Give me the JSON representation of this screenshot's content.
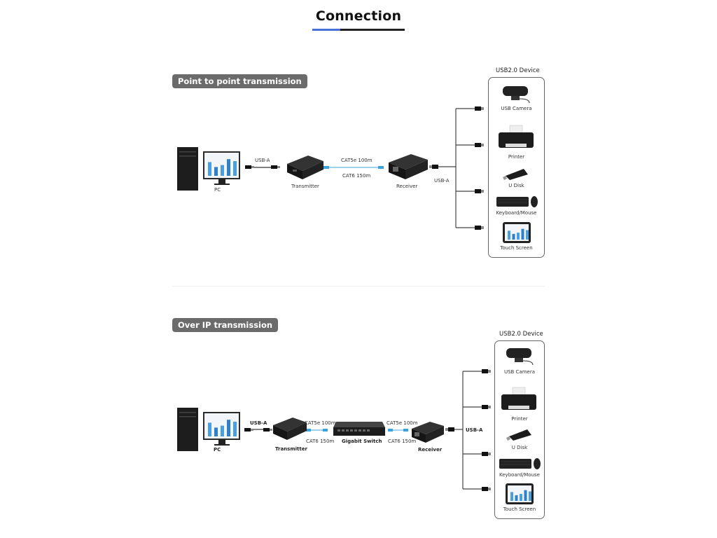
{
  "header": {
    "title": "Connection"
  },
  "colors": {
    "accent": "#4a6fd6",
    "pill": "#6b6b6b",
    "cable": "#3aa3dc",
    "device": "#1c1c1c"
  },
  "sections": [
    {
      "name": "Point to point transmission",
      "pc_label": "PC",
      "usb_in_label": "USB-A",
      "transmitter_label": "Transmitter",
      "cable_top": "CAT5e 100m",
      "cable_bottom": "CAT6  150m",
      "receiver_label": "Receiver",
      "usb_out_label": "USB-A",
      "device_group_title": "USB2.0 Device",
      "devices": [
        "USB Camera",
        "Printer",
        "U Disk",
        "Keyboard/Mouse",
        "Touch Screen"
      ]
    },
    {
      "name": "Over IP transmission",
      "pc_label": "PC",
      "usb_in_label": "USB-A",
      "transmitter_label": "Transmitter",
      "cable1_top": "CAT5e 100m",
      "cable1_bottom": "CAT6  150m",
      "switch_label": "Gigabit Switch",
      "cable2_top": "CAT5e 100m",
      "cable2_bottom": "CAT6  150m",
      "receiver_label": "Receiver",
      "usb_out_label": "USB-A",
      "device_group_title": "USB2.0 Device",
      "devices": [
        "USB Camera",
        "Printer",
        "U Disk",
        "Keyboard/Mouse",
        "Touch Screen"
      ]
    }
  ],
  "pc_screen_chart": {
    "values": [
      0.7,
      0.45,
      0.55,
      0.85,
      0.75
    ]
  }
}
